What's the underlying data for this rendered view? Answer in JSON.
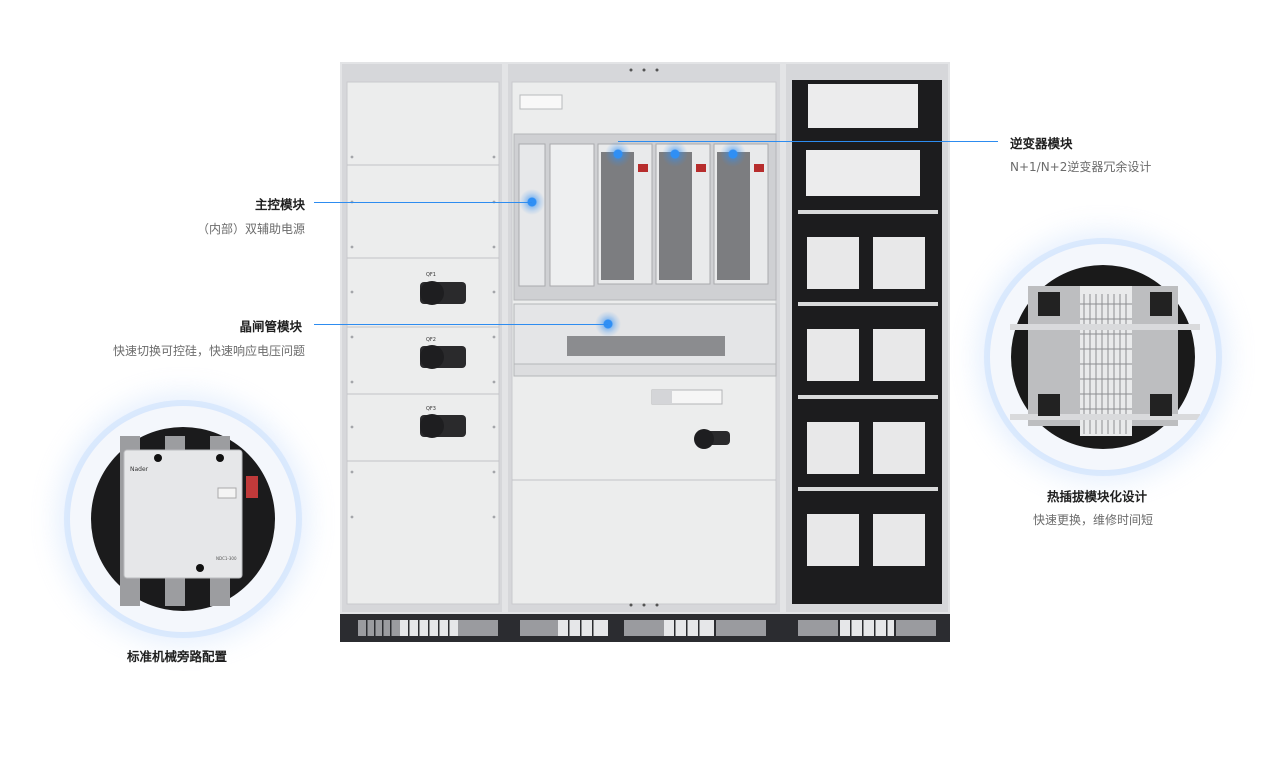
{
  "callouts": {
    "main_control": {
      "title": "主控模块",
      "desc": "（内部）双辅助电源"
    },
    "thyristor": {
      "title": "晶闸管模块",
      "desc": "快速切换可控硅，快速响应电压问题"
    },
    "inverter": {
      "title": "逆变器模块",
      "desc": "N+1/N+2逆变器冗余设计"
    },
    "hotswap": {
      "title": "热插拔模块化设计",
      "desc": "快速更换，维修时间短"
    },
    "bypass": {
      "title": "标准机械旁路配置"
    }
  },
  "cabinet_labels": {
    "switch1": "QF1",
    "switch2": "QF2",
    "switch3": "QF3",
    "breaker_brand": "Nader",
    "breaker_model": "NDC1-300"
  },
  "colors": {
    "accent": "#2d8cf0",
    "cabinet": "#e9eaec",
    "base": "#2b2c30"
  }
}
